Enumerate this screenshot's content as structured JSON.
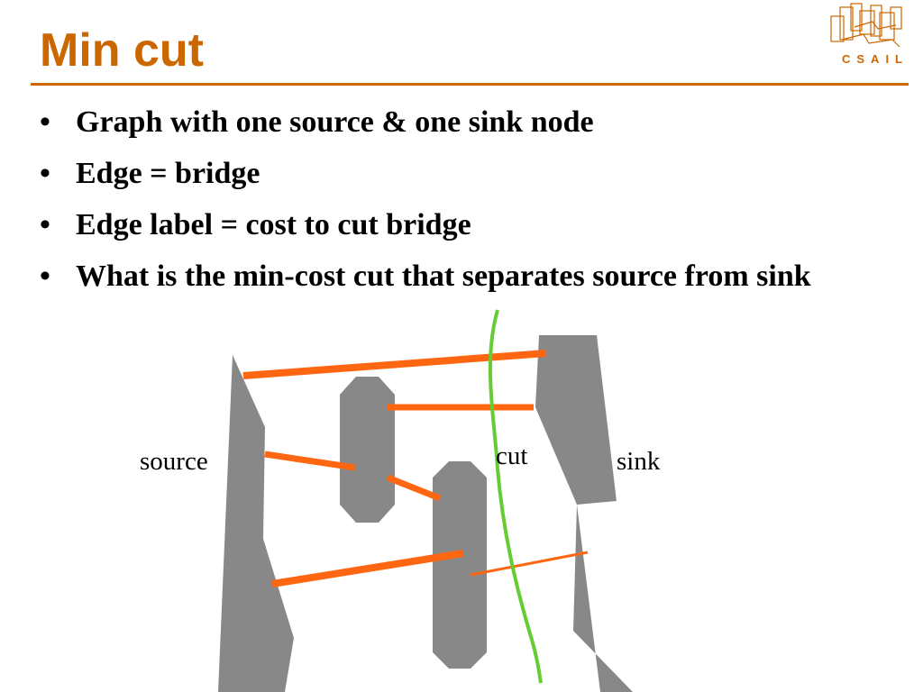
{
  "slide": {
    "title": "Min cut",
    "logo_text": "CSAIL",
    "bullets": [
      "Graph with one source & one sink node",
      "Edge = bridge",
      "Edge label = cost to cut bridge",
      "What is the min-cost cut that separates source from sink"
    ]
  },
  "diagram": {
    "labels": {
      "source": "source",
      "sink": "sink",
      "cut": "cut"
    },
    "colors": {
      "node": "#888888",
      "bridge": "#ff6611",
      "cut_line": "#66cc33",
      "accent": "#cc6600"
    }
  }
}
